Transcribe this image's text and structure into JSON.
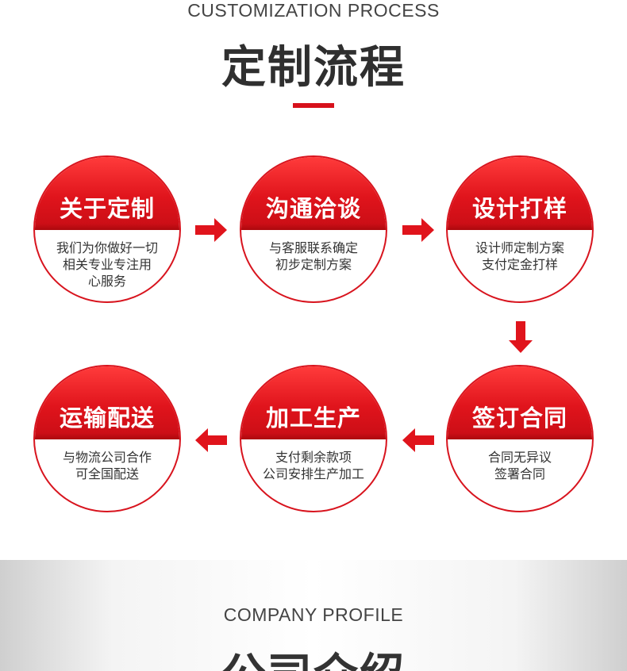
{
  "header": {
    "subtitle": "CUSTOMIZATION PROCESS",
    "title": "定制流程"
  },
  "steps": [
    {
      "label": "关于定制",
      "desc": "我们为你做好一切\n相关专业专注用\n心服务"
    },
    {
      "label": "沟通洽谈",
      "desc": "与客服联系确定\n初步定制方案"
    },
    {
      "label": "设计打样",
      "desc": "设计师定制方案\n支付定金打样"
    },
    {
      "label": "签订合同",
      "desc": "合同无异议\n签署合同"
    },
    {
      "label": "加工生产",
      "desc": "支付剩余款项\n公司安排生产加工"
    },
    {
      "label": "运输配送",
      "desc": "与物流公司合作\n可全国配送"
    }
  ],
  "profile": {
    "subtitle": "COMPANY PROFILE",
    "title": "公司介绍"
  },
  "colors": {
    "accent": "#d7111b",
    "arrow": "#e0141c"
  }
}
